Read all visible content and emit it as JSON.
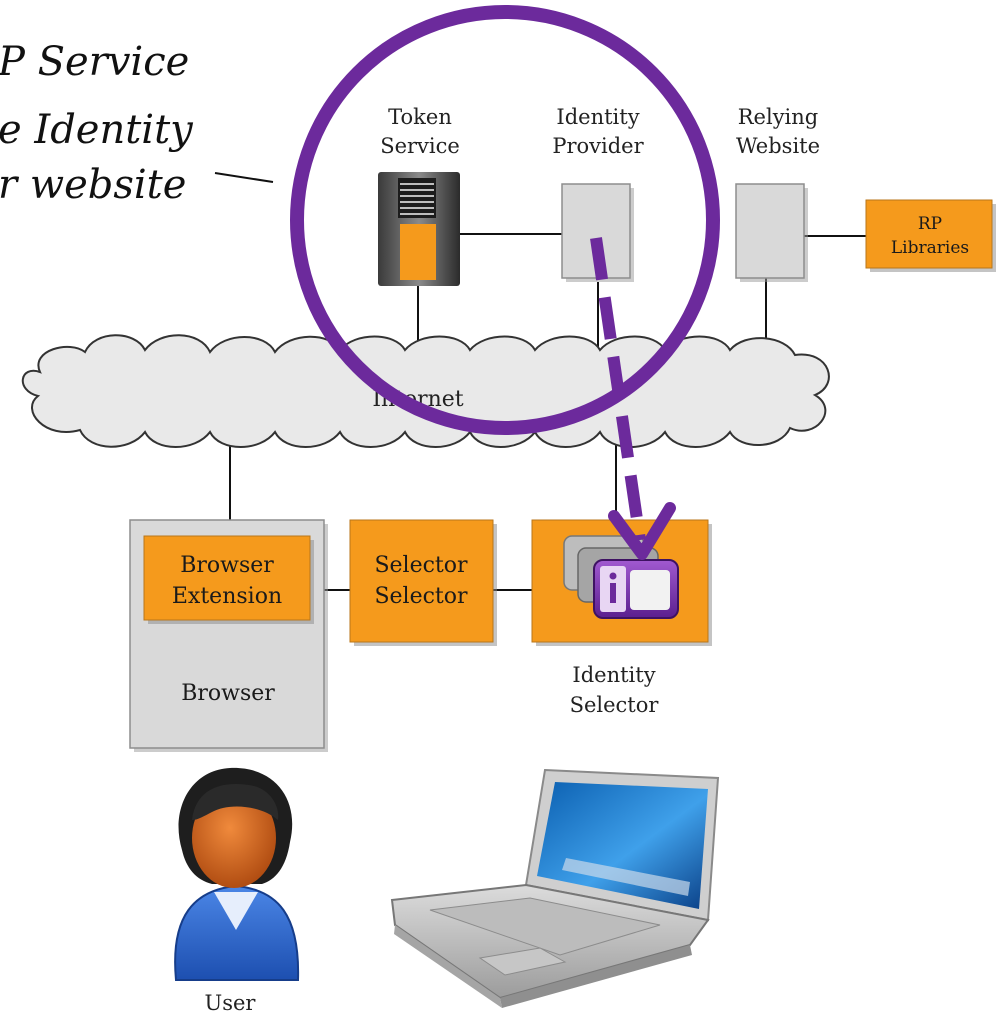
{
  "caption": {
    "line1": "P Service",
    "line2": "e Identity",
    "line3": "r website"
  },
  "nodes": {
    "token_service": {
      "line1": "Token",
      "line2": "Service"
    },
    "identity_provider": {
      "line1": "Identity",
      "line2": "Provider"
    },
    "relying_website": {
      "line1": "Relying",
      "line2": "Website"
    },
    "rp_libraries": {
      "line1": "RP",
      "line2": "Libraries"
    },
    "internet": "Internet",
    "browser_extension": {
      "line1": "Browser",
      "line2": "Extension"
    },
    "selector_selector": {
      "line1": "Selector",
      "line2": "Selector"
    },
    "browser": "Browser",
    "identity_selector": {
      "line1": "Identity",
      "line2": "Selector"
    },
    "user": "User"
  },
  "icons": {
    "server": "server-icon",
    "card": "information-card-icon",
    "user": "user-avatar-icon",
    "laptop": "laptop-icon"
  },
  "colors": {
    "orange": "#f59a1c",
    "gray_box": "#d9d9d9",
    "purple": "#6c2a9c",
    "cloud_fill": "#e9e9e9"
  }
}
